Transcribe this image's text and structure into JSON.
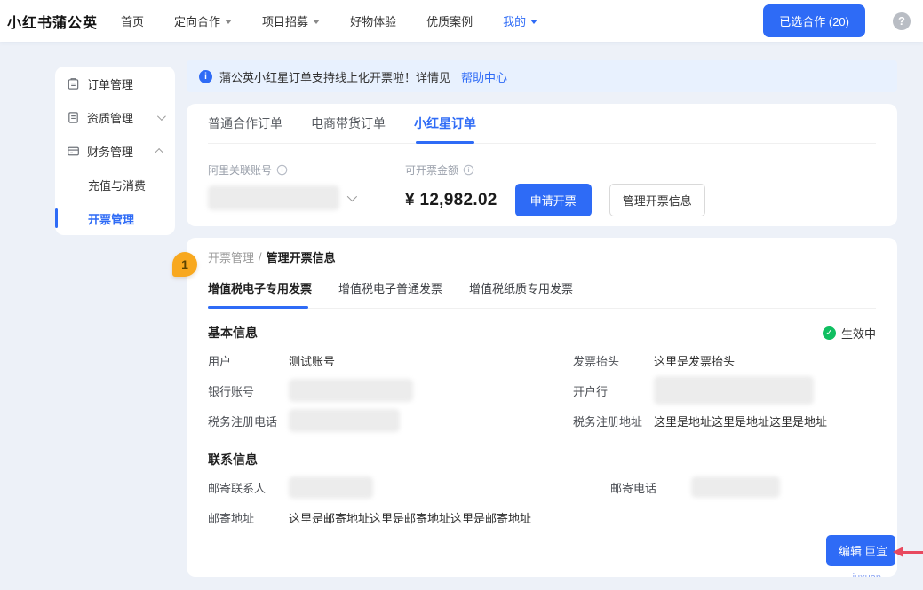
{
  "nav": {
    "logo": "小红书蒲公英",
    "items": [
      {
        "label": "首页",
        "caret": false,
        "active": false
      },
      {
        "label": "定向合作",
        "caret": true,
        "active": false
      },
      {
        "label": "项目招募",
        "caret": true,
        "active": false
      },
      {
        "label": "好物体验",
        "caret": false,
        "active": false
      },
      {
        "label": "优质案例",
        "caret": false,
        "active": false
      },
      {
        "label": "我的",
        "caret": true,
        "active": true
      }
    ],
    "selected_button": "已选合作 (20)"
  },
  "sidebar": {
    "items": [
      {
        "label": "订单管理",
        "icon": "order-icon"
      },
      {
        "label": "资质管理",
        "icon": "qualification-icon",
        "chevron": "down"
      },
      {
        "label": "财务管理",
        "icon": "finance-icon",
        "chevron": "up"
      },
      {
        "label": "充值与消费",
        "sub": true
      },
      {
        "label": "开票管理",
        "sub": true,
        "active": true
      }
    ]
  },
  "banner": {
    "text": "蒲公英小红星订单支持线上化开票啦！详情见",
    "link": "帮助中心"
  },
  "invoice_center": {
    "order_tabs": [
      {
        "label": "普通合作订单",
        "active": false
      },
      {
        "label": "电商带货订单",
        "active": false
      },
      {
        "label": "小红星订单",
        "active": true
      }
    ],
    "account_label": "阿里关联账号",
    "amount_label": "可开票金额",
    "amount": "¥ 12,982.02",
    "apply_button": "申请开票",
    "manage_button": "管理开票信息"
  },
  "manage_panel": {
    "breadcrumb": {
      "parent": "开票管理",
      "separator": "/",
      "current": "管理开票信息"
    },
    "invoice_tabs": [
      {
        "label": "增值税电子专用发票",
        "active": true
      },
      {
        "label": "增值税电子普通发票",
        "active": false
      },
      {
        "label": "增值税纸质专用发票",
        "active": false
      }
    ],
    "basic_info": {
      "title": "基本信息",
      "status": "生效中",
      "fields": [
        {
          "label": "用户",
          "value": "测试账号",
          "redacted": false
        },
        {
          "label": "发票抬头",
          "value": "这里是发票抬头",
          "redacted": false
        },
        {
          "label": "银行账号",
          "value": "",
          "redacted": true
        },
        {
          "label": "开户行",
          "value": "",
          "redacted": true
        },
        {
          "label": "税务注册电话",
          "value": "",
          "redacted": true
        },
        {
          "label": "税务注册地址",
          "value": "这里是地址这里是地址这里是地址",
          "redacted": false
        }
      ]
    },
    "contact_info": {
      "title": "联系信息",
      "fields": [
        {
          "label": "邮寄联系人",
          "value": "",
          "redacted": true
        },
        {
          "label": "邮寄电话",
          "value": "",
          "redacted": true
        },
        {
          "label": "邮寄地址",
          "value": "这里是邮寄地址这里是邮寄地址这里是邮寄地址",
          "redacted": false
        }
      ]
    },
    "edit_button": "编辑"
  },
  "annotations": {
    "step_badge": "1",
    "watermark_cn": "巨宣",
    "watermark_en": "juxuan"
  },
  "icons": {
    "help": "?",
    "info": "i",
    "check": "✓"
  },
  "colors": {
    "primary": "#2e6bf6",
    "success_green": "#10bf61",
    "badge_orange": "#f8a81e",
    "arrow_red": "#e8495f"
  }
}
